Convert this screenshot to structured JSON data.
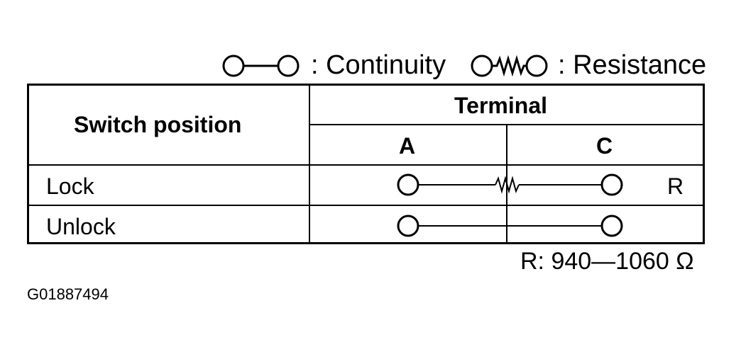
{
  "legend": {
    "continuity_label": ": Continuity",
    "resistance_label": ": Resistance"
  },
  "table": {
    "header_switch": "Switch position",
    "header_terminal": "Terminal",
    "terminal_a": "A",
    "terminal_c": "C",
    "rows": [
      {
        "label": "Lock",
        "connection": "resistance",
        "note": "R"
      },
      {
        "label": "Unlock",
        "connection": "continuity",
        "note": ""
      }
    ]
  },
  "resistance_spec": "R: 940—1060 Ω",
  "figure_id": "G01887494"
}
